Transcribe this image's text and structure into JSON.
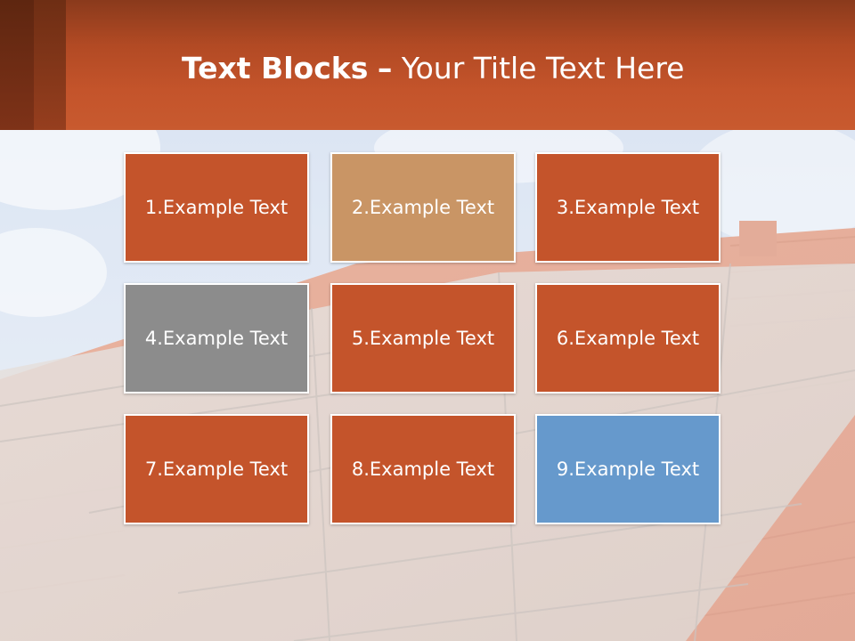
{
  "slide": {
    "title_bold": "Text Blocks",
    "title_dash": "–",
    "title_rest": "Your Title Text Here"
  },
  "colors": {
    "header": "#c4542b",
    "block_default": "#c4542b",
    "block_2": "#c99565",
    "block_4": "#8c8c8c",
    "block_9": "#6699cc"
  },
  "blocks": [
    {
      "label": "1.Example Text",
      "color": "#c4542b"
    },
    {
      "label": "2.Example Text",
      "color": "#c99565"
    },
    {
      "label": "3.Example Text",
      "color": "#c4542b"
    },
    {
      "label": "4.Example Text",
      "color": "#8c8c8c"
    },
    {
      "label": "5.Example Text",
      "color": "#c4542b"
    },
    {
      "label": "6.Example Text",
      "color": "#c4542b"
    },
    {
      "label": "7.Example Text",
      "color": "#c4542b"
    },
    {
      "label": "8.Example Text",
      "color": "#c4542b"
    },
    {
      "label": "9.Example Text",
      "color": "#6699cc"
    }
  ]
}
